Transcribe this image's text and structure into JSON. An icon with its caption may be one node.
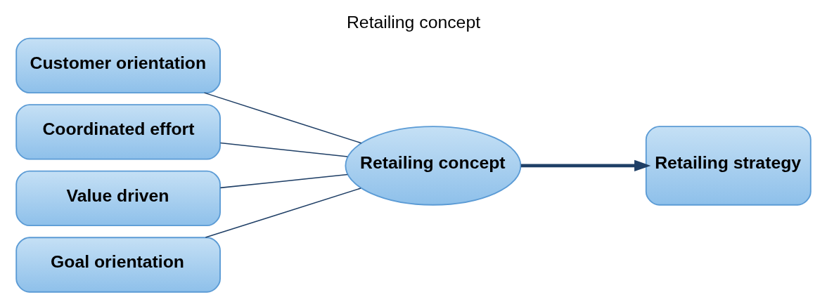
{
  "diagram": {
    "title": "Retailing concept",
    "nodes": [
      {
        "text": [
          "Customer orientation"
        ]
      },
      {
        "text": [
          "Coordinated effort"
        ]
      },
      {
        "text": [
          "Value driven"
        ]
      },
      {
        "text": [
          "Goal orientation"
        ]
      },
      {
        "text": [
          "Retailing concept"
        ]
      },
      {
        "text": [
          "Retailing strategy"
        ]
      }
    ],
    "edges": [
      {
        "from": 0,
        "to": 4,
        "arrow": "none"
      },
      {
        "from": 1,
        "to": 4,
        "arrow": "none"
      },
      {
        "from": 2,
        "to": 4,
        "arrow": "none"
      },
      {
        "from": 3,
        "to": 4,
        "arrow": "none"
      },
      {
        "from": 4,
        "to": 5,
        "arrow": "to",
        "style": "thick"
      }
    ]
  }
}
